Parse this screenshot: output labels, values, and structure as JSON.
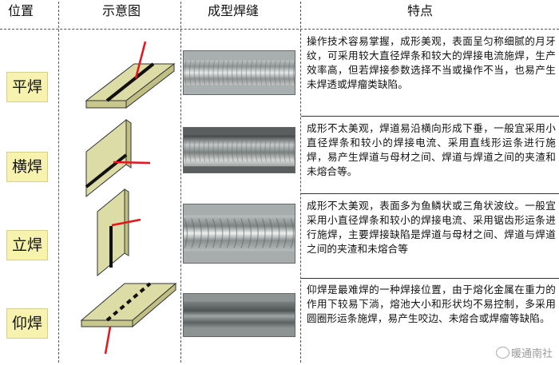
{
  "header": {
    "position": "位置",
    "diagram": "示意图",
    "weld_seam": "成型焊缝",
    "features": "特点"
  },
  "rows": [
    {
      "position": "平焊",
      "text": "操作技术容易掌握，成形美观，表面呈匀称细腻的月牙纹，可采用较大直径焊条和较大的焊接电流施焊，生产效率高，但若焊接参数选择不当或操作不当，也易产生未焊透或焊瘤类缺陷。"
    },
    {
      "position": "横焊",
      "text": "成形不太美观，焊道易沿横向形成下垂，一般宜采用小直径焊条和较小的焊接电流、采用直线形运条进行施焊，易产生焊道与母材之间、焊道与焊道之间的夹渣和未熔合等。"
    },
    {
      "position": "立焊",
      "text": "成形不太美观，表面多为鱼鳞状或三角状波纹。一般宜采用小直径焊条和较小的焊接电流、采用锯齿形运条进行施焊，主要焊接缺陷是焊道与母材之间、焊道与焊道之间的夹渣和未熔合等"
    },
    {
      "position": "仰焊",
      "text": "仰焊是最难焊的一种焊接位置，由于熔化金属在重力的作用下较易下淌，熔池大小和形状均不易控制，多采用圆圈形运条施焊，易产生咬边、未熔合或焊瘤等缺陷。"
    }
  ],
  "watermark": "暖通南社",
  "colors": {
    "label_bg": "#f7f2ae",
    "plate": "#d9dba8",
    "electrode": "#e8141c"
  }
}
